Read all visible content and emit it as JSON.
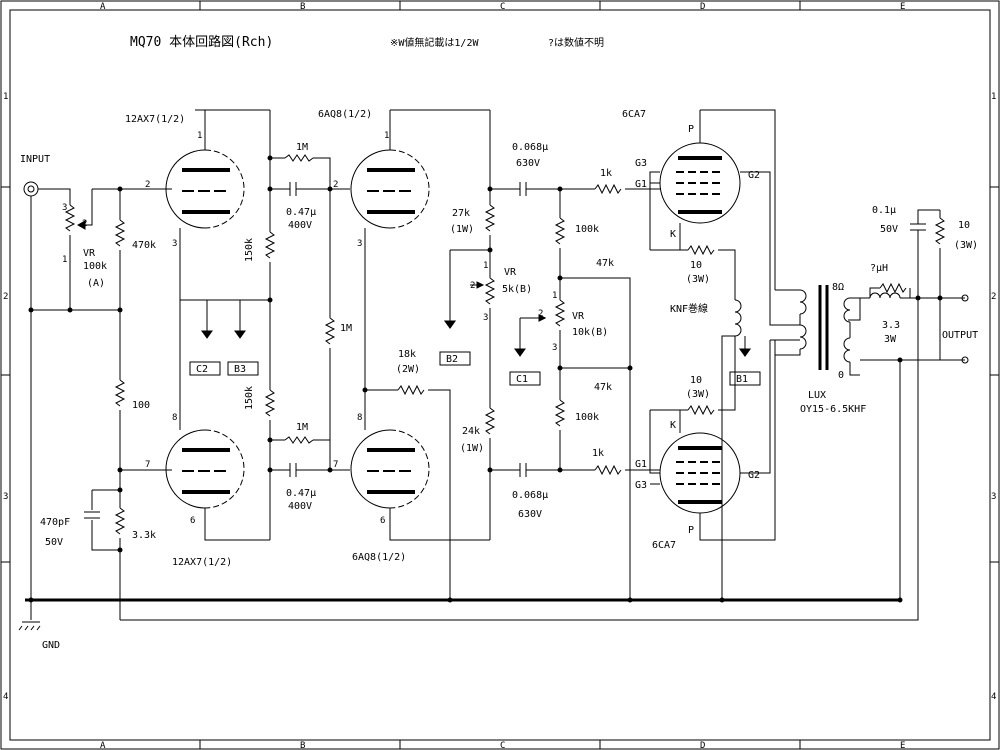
{
  "title": "MQ70 本体回路図(Rch)",
  "note1": "※W値無記載は1/2W",
  "note2": "?は数値不明",
  "grid": {
    "columns": [
      "A",
      "B",
      "C",
      "D",
      "E"
    ],
    "rows": [
      "1",
      "2",
      "3",
      "4"
    ]
  },
  "labels": {
    "input": "INPUT",
    "gnd": "GND",
    "output": "OUTPUT",
    "knf": "KNF巻線",
    "lux": "LUX",
    "transformer": "OY15-6.5KHF",
    "ohm8": "8Ω",
    "zero": "0"
  },
  "tubes": {
    "v1_top": "12AX7(1/2)",
    "v1_bot": "12AX7(1/2)",
    "v2_top": "6AQ8(1/2)",
    "v2_bot": "6AQ8(1/2)",
    "v3_top": "6CA7",
    "v3_bot": "6CA7"
  },
  "pins": {
    "p1": "1",
    "p2": "2",
    "p3": "3",
    "p6": "6",
    "p7": "7",
    "p8": "8",
    "G1": "G1",
    "G2": "G2",
    "G3": "G3",
    "K": "K",
    "P": "P"
  },
  "components": {
    "vr1": "VR",
    "vr1_val": "100k",
    "vr1_a": "(A)",
    "r470k": "470k",
    "r100": "100",
    "c470p": "470pF",
    "c470p_v": "50V",
    "r3k3": "3.3k",
    "r150k_a": "150k",
    "r150k_b": "150k",
    "r1m_a": "1M",
    "r1m_b": "1M",
    "r1m_c": "1M",
    "c047_a": "0.47μ",
    "c047_a_v": "400V",
    "c047_b": "0.47μ",
    "c047_b_v": "400V",
    "r27k": "27k",
    "r27k_w": "(1W)",
    "vr2": "VR",
    "vr2_val": "5k(B)",
    "r18k": "18k",
    "r18k_w": "(2W)",
    "r24k": "24k",
    "r24k_w": "(1W)",
    "c068_a": "0.068μ",
    "c068_a_v": "630V",
    "c068_b": "0.068μ",
    "c068_b_v": "630V",
    "r1k_a": "1k",
    "r1k_b": "1k",
    "r100k_a": "100k",
    "r100k_b": "100k",
    "r47k_a": "47k",
    "r47k_b": "47k",
    "vr3": "VR",
    "vr3_val": "10k(B)",
    "r10_a": "10",
    "r10_a_w": "(3W)",
    "r10_b": "10",
    "r10_b_w": "(3W)",
    "c01": "0.1μ",
    "c01_v": "50V",
    "r10_out": "10",
    "r10_out_w": "(3W)",
    "coil": "?μH",
    "r3_3": "3.3",
    "r3_3_w": "3W"
  },
  "test_points": {
    "c2": "C2",
    "b3": "B3",
    "b2": "B2",
    "c1": "C1",
    "b1": "B1"
  }
}
